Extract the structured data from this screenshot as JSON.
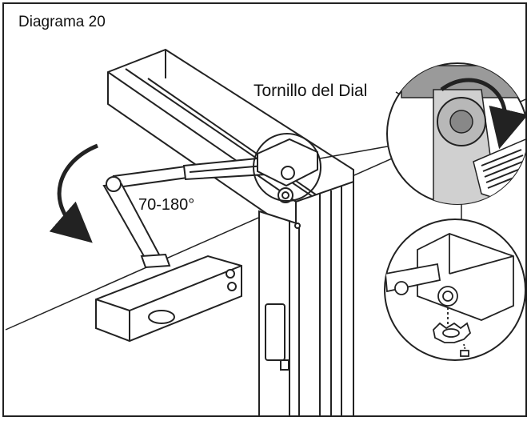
{
  "diagram": {
    "title": "Diagrama 20",
    "callout_label": "Tornillo del Dial",
    "angle_label": "70-180°"
  },
  "icons": {
    "rotation_arrow_left": "curved-arrow-icon",
    "rotation_arrow_detail": "curved-arrow-icon"
  },
  "colors": {
    "line": "#222222",
    "mount_plate_fill": "#9a9a9a",
    "background": "#ffffff"
  }
}
